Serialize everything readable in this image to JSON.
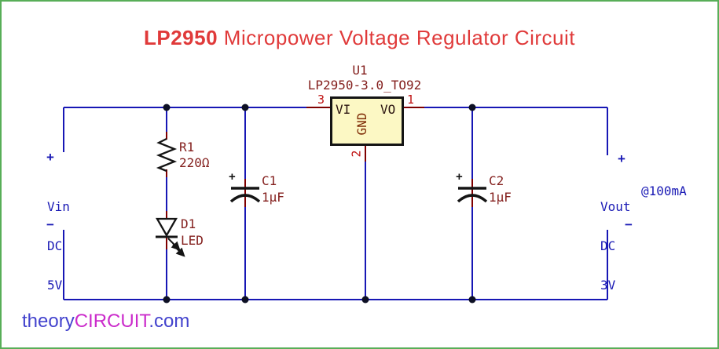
{
  "title": {
    "product": "LP2950",
    "rest": " Micropower Voltage Regulator Circuit"
  },
  "regulator": {
    "ref": "U1",
    "part": "LP2950-3.0_TO92",
    "pins": {
      "input": {
        "number": "3",
        "name": "VI"
      },
      "output": {
        "number": "1",
        "name": "VO"
      },
      "ground": {
        "number": "2",
        "name": "GND"
      }
    }
  },
  "resistor": {
    "ref": "R1",
    "value": "220Ω"
  },
  "led": {
    "ref": "D1",
    "value": "LED"
  },
  "capacitor1": {
    "ref": "C1",
    "value": "1µF",
    "polarity": "+"
  },
  "capacitor2": {
    "ref": "C2",
    "value": "1µF",
    "polarity": "+"
  },
  "source_input": {
    "plus": "+",
    "minus": "−",
    "lines": [
      "Vin",
      "DC",
      "5V"
    ]
  },
  "source_output": {
    "plus": "+",
    "minus": "−",
    "lines": [
      "Vout",
      "DC",
      "3V"
    ],
    "note": "@100mA"
  },
  "watermark": {
    "prefix": "theory",
    "brand": "CIRCUIT",
    "suffix": ".com"
  },
  "colors": {
    "border_green": "#58ae58",
    "wire_blue": "#1717b5",
    "lead_maroon": "#7f0000",
    "component_label_red": "#84201e",
    "pin_number_red": "#bf1212",
    "title_red": "#e03a3a",
    "regulator_fill": "#fcf8c4",
    "junction_dot": "#0d1024",
    "watermark_blue": "#4343cd",
    "watermark_magenta": "#cb2bcb",
    "source_text_blue": "#1a1ab5"
  }
}
